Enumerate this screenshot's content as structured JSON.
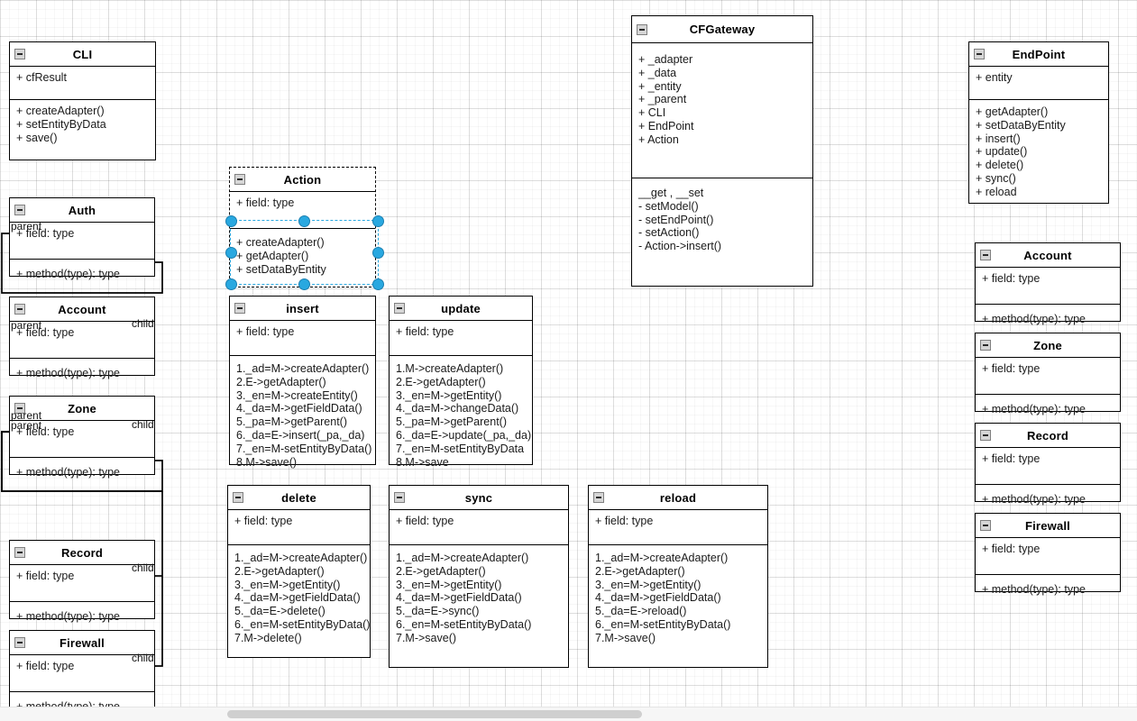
{
  "app": {
    "icons": {
      "collapse": "collapse-minus-icon"
    },
    "selection_color": "#29a8e0",
    "line_color": "#000000",
    "grid_color": "#e0e0e0"
  },
  "classes": {
    "cli": {
      "name": "CLI",
      "attributes": [
        "+ cfResult"
      ],
      "operations": [
        "+ createAdapter()",
        "+ setEntityByData",
        "+ save()"
      ]
    },
    "cfgateway": {
      "name": "CFGateway",
      "attributes": [
        "+ _adapter",
        "+ _data",
        "+ _entity",
        "+ _parent",
        "+ CLI",
        "+ EndPoint",
        "+ Action"
      ],
      "operations": [
        "__get , __set",
        "- setModel()",
        "- setEndPoint()",
        "- setAction()",
        "- Action->insert()"
      ]
    },
    "endpoint": {
      "name": "EndPoint",
      "attributes": [
        "+  entity"
      ],
      "operations": [
        "+ getAdapter()",
        "+ setDataByEntity",
        "+ insert()",
        "+ update()",
        "+ delete()",
        "+ sync()",
        "+ reload"
      ]
    },
    "action": {
      "name": "Action",
      "attributes": [
        "+ field: type"
      ],
      "operations": [
        "+ createAdapter()",
        "+ getAdapter()",
        "+ setDataByEntity"
      ],
      "selected": true
    },
    "insert": {
      "name": "insert",
      "attributes": [
        "+ field: type"
      ],
      "operations": [
        "1._ad=M->createAdapter()",
        "2.E->getAdapter()",
        "3._en=M->createEntity()",
        "4._da=M->getFieldData()",
        "5._pa=M->getParent()",
        "6._da=E->insert(_pa,_da)",
        "7._en=M-setEntityByData()",
        "8.M->save()"
      ]
    },
    "update": {
      "name": "update",
      "attributes": [
        "+ field: type"
      ],
      "operations": [
        "1.M->createAdapter()",
        "2.E->getAdapter()",
        "3._en=M->getEntity()",
        "4._da=M->changeData()",
        "5._pa=M->getParent()",
        "6._da=E->update(_pa,_da)",
        "7._en=M-setEntityByData",
        "8.M->save"
      ]
    },
    "delete": {
      "name": "delete",
      "attributes": [
        "+ field: type"
      ],
      "operations": [
        "1._ad=M->createAdapter()",
        "2.E->getAdapter()",
        "3._en=M->getEntity()",
        "4._da=M->getFieldData()",
        "5._da=E->delete()",
        "6._en=M-setEntityByData()",
        "7.M->delete()"
      ]
    },
    "sync": {
      "name": "sync",
      "attributes": [
        "+ field: type"
      ],
      "operations": [
        "1._ad=M->createAdapter()",
        "2.E->getAdapter()",
        "3._en=M->getEntity()",
        "4._da=M->getFieldData()",
        "5._da=E->sync()",
        "6._en=M-setEntityByData()",
        "7.M->save()"
      ]
    },
    "reload": {
      "name": "reload",
      "attributes": [
        "+ field: type"
      ],
      "operations": [
        "1._ad=M->createAdapter()",
        "2.E->getAdapter()",
        "3._en=M->getEntity()",
        "4._da=M->getFieldData()",
        "5._da=E->reload()",
        "6._en=M-setEntityByData()",
        "7.M->save()"
      ]
    },
    "auth_left": {
      "name": "Auth",
      "attributes": [
        "+ field: type"
      ],
      "operations": [
        "+ method(type): type"
      ]
    },
    "account_left": {
      "name": "Account",
      "attributes": [
        "+ field: type"
      ],
      "operations": [
        "+ method(type): type"
      ]
    },
    "zone_left": {
      "name": "Zone",
      "attributes": [
        "+ field: type"
      ],
      "operations": [
        "+ method(type): type"
      ]
    },
    "record_left": {
      "name": "Record",
      "attributes": [
        "+ field: type"
      ],
      "operations": [
        "+ method(type): type"
      ]
    },
    "firewall_left": {
      "name": "Firewall",
      "attributes": [
        "+ field: type"
      ],
      "operations": [
        "+ method(type): type"
      ]
    },
    "account_right": {
      "name": "Account",
      "attributes": [
        "+ field: type"
      ],
      "operations": [
        "+ method(type): type"
      ]
    },
    "zone_right": {
      "name": "Zone",
      "attributes": [
        "+ field: type"
      ],
      "operations": [
        "+ method(type): type"
      ]
    },
    "record_right": {
      "name": "Record",
      "attributes": [
        "+ field: type"
      ],
      "operations": [
        "+ method(type): type"
      ]
    },
    "firewall_right": {
      "name": "Firewall",
      "attributes": [
        "+ field: type"
      ],
      "operations": [
        "+ method(type): type"
      ]
    }
  },
  "edge_labels": {
    "auth_parent": "parent",
    "account_parent": "parent",
    "account_child": "child",
    "zone_parent_a": "parent",
    "zone_parent_b": "parent",
    "zone_child": "child",
    "record_child": "child",
    "firewall_child": "child"
  }
}
